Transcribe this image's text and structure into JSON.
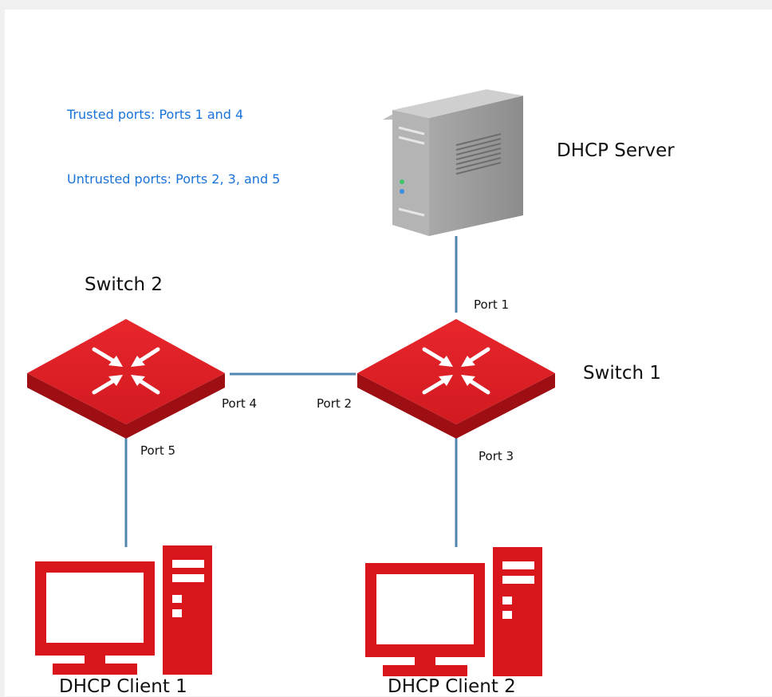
{
  "legend": {
    "trusted": "Trusted ports: Ports 1 and 4",
    "untrusted": "Untrusted ports: Ports 2, 3, and 5"
  },
  "nodes": {
    "server": "DHCP Server",
    "switch1": "Switch 1",
    "switch2": "Switch 2",
    "client1": "DHCP Client 1",
    "client2": "DHCP Client 2"
  },
  "ports": {
    "p1": "Port 1",
    "p2": "Port 2",
    "p3": "Port 3",
    "p4": "Port 4",
    "p5": "Port 5"
  },
  "colors": {
    "legend_text": "#1a73d9",
    "device_red": "#d9161c",
    "link": "#4f86b0",
    "server_gray": "#9a9a9a"
  }
}
